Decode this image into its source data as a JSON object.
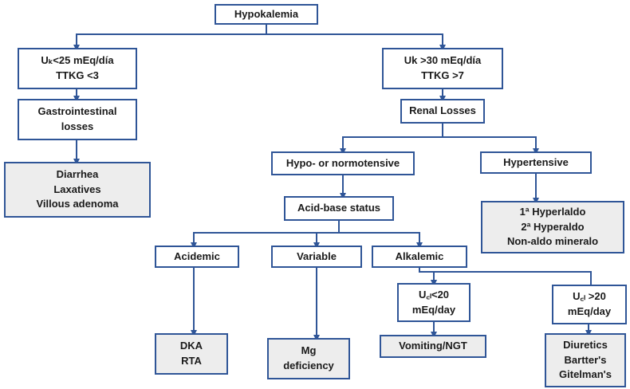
{
  "diagram": {
    "root": {
      "lines": [
        "Hypokalemia"
      ]
    },
    "low_uk": {
      "lines": [
        "Uₖ<25 mEq/día",
        "TTKG <3"
      ]
    },
    "high_uk": {
      "lines": [
        "Uk >30 mEq/día",
        "TTKG >7"
      ]
    },
    "gi_losses": {
      "lines": [
        "Gastrointestinal",
        "losses"
      ]
    },
    "gi_causes": {
      "lines": [
        "Diarrhea",
        "Laxatives",
        "Villous adenoma"
      ]
    },
    "renal_losses": {
      "lines": [
        "Renal Losses"
      ]
    },
    "hypo_normotensive": {
      "lines": [
        "Hypo- or normotensive"
      ]
    },
    "hypertensive": {
      "lines": [
        "Hypertensive"
      ]
    },
    "hypertensive_causes": {
      "lines": [
        "1ª Hyperlaldo",
        "2ª Hyperaldo",
        "Non-aldo mineralo"
      ]
    },
    "acid_base": {
      "lines": [
        "Acid-base status"
      ]
    },
    "acidemic": {
      "lines": [
        "Acidemic"
      ]
    },
    "variable": {
      "lines": [
        "Variable"
      ]
    },
    "alkalemic": {
      "lines": [
        "Alkalemic"
      ]
    },
    "ucl_low": {
      "lines": [
        "U꜀ₗ<20",
        "mEq/day"
      ]
    },
    "ucl_high": {
      "lines": [
        "U꜀ₗ >20",
        "mEq/day"
      ]
    },
    "acidemic_causes": {
      "lines": [
        "DKA",
        "RTA"
      ]
    },
    "mg_deficiency": {
      "lines": [
        "Mg",
        "deficiency"
      ]
    },
    "vomiting": {
      "lines": [
        "Vomiting/NGT"
      ]
    },
    "diuretics": {
      "lines": [
        "Diuretics",
        "Bartter's",
        "Gitelman's"
      ]
    }
  },
  "colors": {
    "line": "#2f5597",
    "box_fill_terminal": "#ededed"
  }
}
